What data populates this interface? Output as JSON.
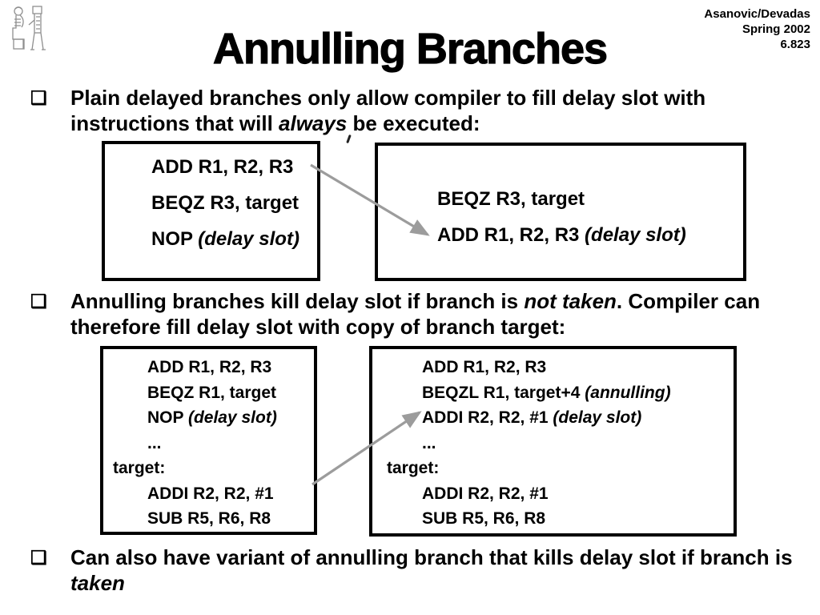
{
  "meta": {
    "bullet_glyph": "❑",
    "colors": {
      "background": "#ffffff",
      "text": "#000000",
      "arrow": "#9c9c9c",
      "box_border": "#000000",
      "logo_stroke": "#8f8f8f"
    }
  },
  "header": {
    "title": "Annulling Branches",
    "credits": {
      "line1": "Asanovic/Devadas",
      "line2": "Spring 2002",
      "line3": "6.823"
    },
    "logo": "two-scribes-figures"
  },
  "bullets": {
    "b1": {
      "pre": "Plain delayed branches only allow compiler to fill delay slot with instructions that will ",
      "em": "always",
      "post": " be executed:"
    },
    "b2": {
      "pre": "Annulling branches kill delay slot if branch is ",
      "em": "not taken",
      "post": ". Compiler can therefore fill delay slot with copy of branch target:"
    },
    "b3": {
      "pre": "Can also have variant of annulling branch that kills delay slot if branch is ",
      "em": "taken",
      "post": ""
    }
  },
  "diagram1": {
    "left_box": {
      "lines": [
        {
          "text": "ADD R1, R2, R3",
          "em": ""
        },
        {
          "text": "BEQZ R3, target",
          "em": ""
        },
        {
          "text": "NOP ",
          "em": "(delay slot)"
        }
      ]
    },
    "right_box": {
      "lines": [
        {
          "text": "BEQZ R3, target",
          "em": ""
        },
        {
          "text": "ADD R1, R2, R3 ",
          "em": "(delay slot)"
        }
      ]
    },
    "arrow": "moves ADD into delay slot"
  },
  "diagram2": {
    "left_box": {
      "lines": [
        {
          "text": "ADD R1, R2, R3",
          "em": ""
        },
        {
          "text": "BEQZ R1, target",
          "em": ""
        },
        {
          "text": "NOP ",
          "em": "(delay slot)"
        },
        {
          "text": "...",
          "em": ""
        },
        {
          "text": "target:",
          "em": ""
        },
        {
          "text": "ADDI R2, R2, #1",
          "em": ""
        },
        {
          "text": "SUB R5, R6, R8",
          "em": ""
        }
      ]
    },
    "right_box": {
      "lines": [
        {
          "text": "ADD R1, R2, R3",
          "em": ""
        },
        {
          "text": "BEQZL R1, target+4 ",
          "em": "(annulling)"
        },
        {
          "text": "ADDI R2, R2, #1 ",
          "em": "(delay slot)"
        },
        {
          "text": "...",
          "em": ""
        },
        {
          "text": "target:",
          "em": ""
        },
        {
          "text": "ADDI R2, R2, #1",
          "em": ""
        },
        {
          "text": "SUB R5, R6, R8",
          "em": ""
        }
      ]
    },
    "arrow": "copies branch-target ADDI into delay slot"
  }
}
